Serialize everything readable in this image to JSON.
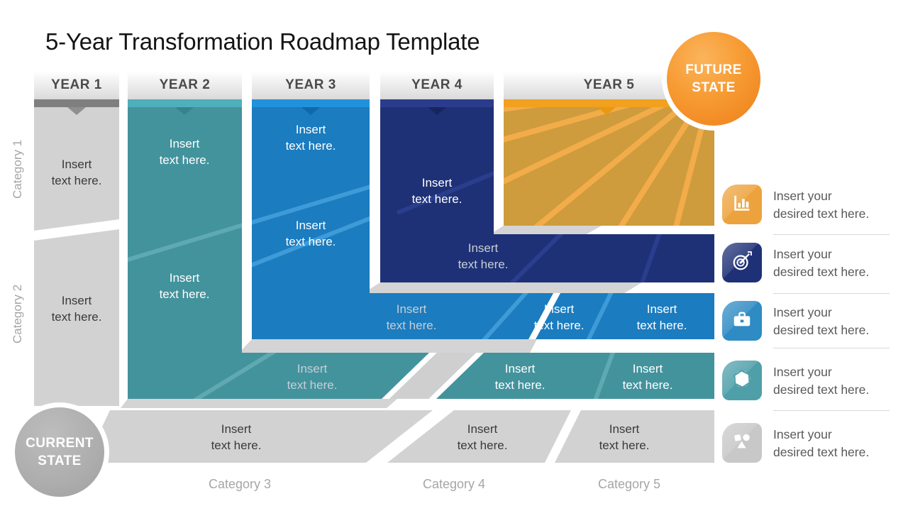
{
  "slide": {
    "title": "5-Year Transformation Roadmap Template"
  },
  "labels": {
    "insert_text": "Insert\ntext here.",
    "insert_desired": "Insert your\ndesired text here."
  },
  "states": {
    "current": "CURRENT\nSTATE",
    "future": "FUTURE\nSTATE"
  },
  "years": [
    {
      "label": "YEAR 1",
      "color": "#D2D2D2",
      "strip": "#7F7F7F",
      "triangle": "#8F8F8F"
    },
    {
      "label": "YEAR 2",
      "color": "#43939D",
      "strip": "#4FAFBA",
      "triangle": "#37838D"
    },
    {
      "label": "YEAR 3",
      "color": "#1B7CBF",
      "strip": "#2191DC",
      "triangle": "#1168A8"
    },
    {
      "label": "YEAR 4",
      "color": "#1F3176",
      "strip": "#2B3C8C",
      "triangle": "#17255F"
    },
    {
      "label": "YEAR 5",
      "color": "#CE9B3D",
      "strip": "#F2A01F",
      "triangle": "#E8990E"
    }
  ],
  "categories": {
    "left": [
      "Category 1",
      "Category 2"
    ],
    "bottom": [
      "Category 3",
      "Category 4",
      "Category 5"
    ]
  },
  "legend": [
    {
      "icon": "bar-chart-icon",
      "color": "#EDA33D",
      "text": "Insert your\ndesired text here."
    },
    {
      "icon": "target-icon",
      "color": "#1F3176",
      "text": "Insert your\ndesired text here."
    },
    {
      "icon": "briefcase-icon",
      "color": "#2E8BC4",
      "text": "Insert your\ndesired text here."
    },
    {
      "icon": "aperture-icon",
      "color": "#4F9FA9",
      "text": "Insert your\ndesired text here."
    },
    {
      "icon": "shapes-icon",
      "color": "#C8C8C8",
      "text": "Insert your\ndesired text here."
    }
  ],
  "accents": {
    "future_orange": "#F08228",
    "current_gray": "#ABABAB",
    "ray_gold": "#F2AC49"
  }
}
